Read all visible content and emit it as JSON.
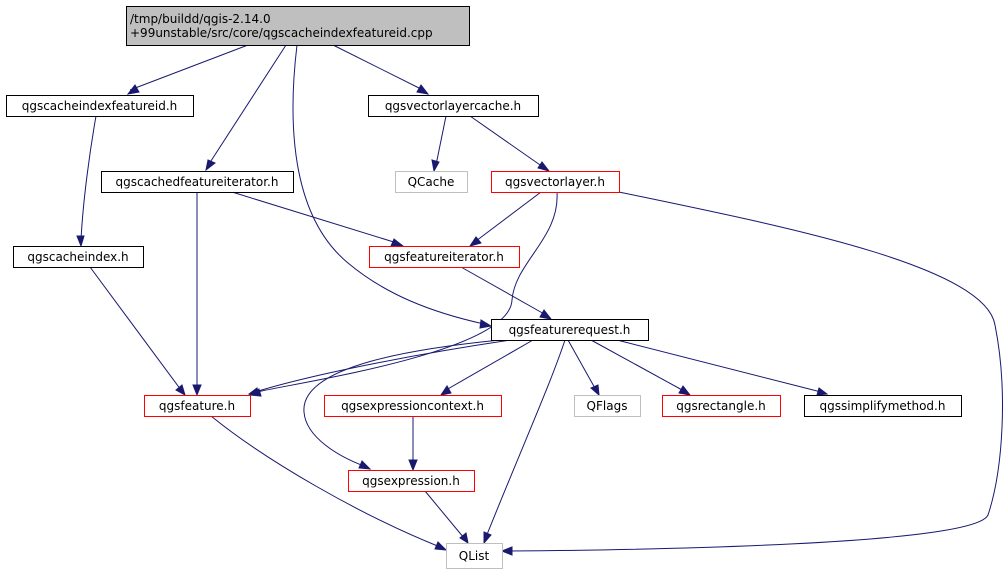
{
  "colors": {
    "edge": "#191970",
    "root_fill": "#bfbfbf",
    "node_fill": "#ffffff",
    "border_normal": "#000000",
    "border_truncated": "#ff0000",
    "border_external": "#bfbfbf"
  },
  "nodes": [
    {
      "id": "root",
      "lines": [
        "/tmp/buildd/qgis-2.14.0",
        "+99unstable/src/core/qgscacheindexfeatureid.cpp"
      ],
      "style": "root"
    },
    {
      "id": "qgscacheindexfeatureid_h",
      "lines": [
        "qgscacheindexfeatureid.h"
      ],
      "style": "normal"
    },
    {
      "id": "qgsvectorlayercache_h",
      "lines": [
        "qgsvectorlayercache.h"
      ],
      "style": "normal"
    },
    {
      "id": "qgscachedfeatureiterator_h",
      "lines": [
        "qgscachedfeatureiterator.h"
      ],
      "style": "normal"
    },
    {
      "id": "qcache",
      "lines": [
        "QCache"
      ],
      "style": "external"
    },
    {
      "id": "qgsvectorlayer_h",
      "lines": [
        "qgsvectorlayer.h"
      ],
      "style": "truncated"
    },
    {
      "id": "qgscacheindex_h",
      "lines": [
        "qgscacheindex.h"
      ],
      "style": "normal"
    },
    {
      "id": "qgsfeatureiterator_h",
      "lines": [
        "qgsfeatureiterator.h"
      ],
      "style": "truncated"
    },
    {
      "id": "qgsfeaturerequest_h",
      "lines": [
        "qgsfeaturerequest.h"
      ],
      "style": "normal"
    },
    {
      "id": "qgsfeature_h",
      "lines": [
        "qgsfeature.h"
      ],
      "style": "truncated"
    },
    {
      "id": "qgsexpressioncontext_h",
      "lines": [
        "qgsexpressioncontext.h"
      ],
      "style": "truncated"
    },
    {
      "id": "qflags",
      "lines": [
        "QFlags"
      ],
      "style": "external"
    },
    {
      "id": "qgsrectangle_h",
      "lines": [
        "qgsrectangle.h"
      ],
      "style": "truncated"
    },
    {
      "id": "qgssimplifymethod_h",
      "lines": [
        "qgssimplifymethod.h"
      ],
      "style": "normal"
    },
    {
      "id": "qgsexpression_h",
      "lines": [
        "qgsexpression.h"
      ],
      "style": "truncated"
    },
    {
      "id": "qlist",
      "lines": [
        "QList"
      ],
      "style": "external"
    }
  ],
  "edges": [
    {
      "from": "root",
      "to": "qgscacheindexfeatureid_h"
    },
    {
      "from": "root",
      "to": "qgscachedfeatureiterator_h"
    },
    {
      "from": "root",
      "to": "qgsfeaturerequest_h"
    },
    {
      "from": "root",
      "to": "qgsvectorlayercache_h"
    },
    {
      "from": "qgscacheindexfeatureid_h",
      "to": "qgscacheindex_h"
    },
    {
      "from": "qgsvectorlayercache_h",
      "to": "qcache"
    },
    {
      "from": "qgsvectorlayercache_h",
      "to": "qgsvectorlayer_h"
    },
    {
      "from": "qgscachedfeatureiterator_h",
      "to": "qgsfeature_h"
    },
    {
      "from": "qgscachedfeatureiterator_h",
      "to": "qgsfeatureiterator_h"
    },
    {
      "from": "qgsvectorlayer_h",
      "to": "qgsfeatureiterator_h"
    },
    {
      "from": "qgsvectorlayer_h",
      "to": "qgsfeature_h"
    },
    {
      "from": "qgsvectorlayer_h",
      "to": "qlist"
    },
    {
      "from": "qgscacheindex_h",
      "to": "qgsfeature_h"
    },
    {
      "from": "qgsfeatureiterator_h",
      "to": "qgsfeaturerequest_h"
    },
    {
      "from": "qgsfeaturerequest_h",
      "to": "qgsfeature_h"
    },
    {
      "from": "qgsfeaturerequest_h",
      "to": "qgsexpressioncontext_h"
    },
    {
      "from": "qgsfeaturerequest_h",
      "to": "qgsexpression_h"
    },
    {
      "from": "qgsfeaturerequest_h",
      "to": "qflags"
    },
    {
      "from": "qgsfeaturerequest_h",
      "to": "qgsrectangle_h"
    },
    {
      "from": "qgsfeaturerequest_h",
      "to": "qgssimplifymethod_h"
    },
    {
      "from": "qgsfeaturerequest_h",
      "to": "qlist"
    },
    {
      "from": "qgsfeature_h",
      "to": "qlist"
    },
    {
      "from": "qgsexpressioncontext_h",
      "to": "qgsexpression_h"
    },
    {
      "from": "qgsexpression_h",
      "to": "qlist"
    }
  ]
}
